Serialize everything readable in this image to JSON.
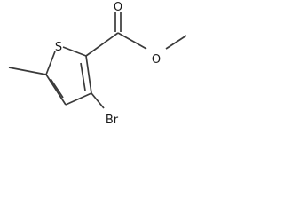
{
  "molecule": {
    "atoms": {
      "sulfur": "S",
      "carbonyl_oxygen": "O",
      "ester_oxygen": "O",
      "bromine": "Br"
    }
  },
  "colors": {
    "bond": "#3a3a3a",
    "text": "#1a1a1a",
    "background": "#ffffff"
  }
}
